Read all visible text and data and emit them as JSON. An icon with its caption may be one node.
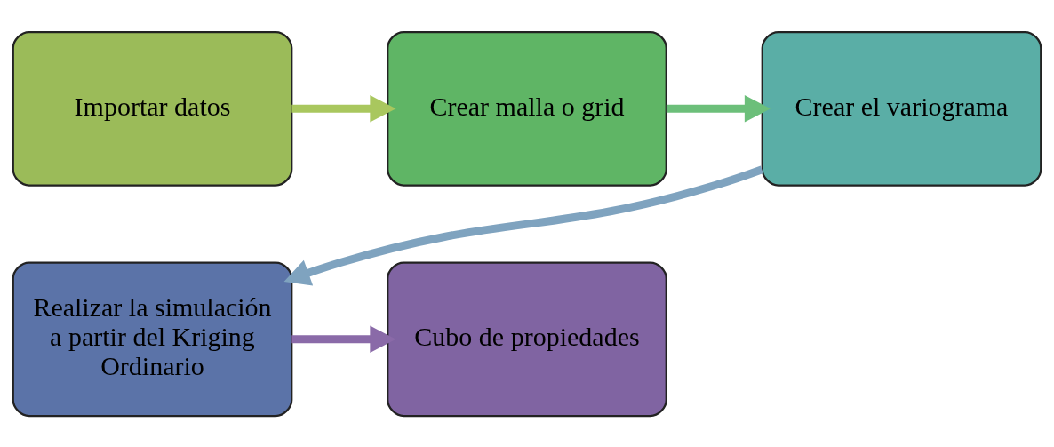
{
  "diagram": {
    "nodes": [
      {
        "text": [
          "Importar datos"
        ]
      },
      {
        "text": [
          "Crear malla o grid"
        ]
      },
      {
        "text": [
          "Crear el variograma"
        ]
      },
      {
        "text": [
          "Realizar la simulación a partir del Kriging Ordinario"
        ]
      },
      {
        "text": [
          "Cubo de propiedades"
        ]
      }
    ],
    "edges": [
      {
        "from": 0,
        "to": 1,
        "arrow": "to",
        "color": "#a9c75e"
      },
      {
        "from": 1,
        "to": 2,
        "arrow": "to",
        "color": "#6cbf7a"
      },
      {
        "from": 2,
        "to": 3,
        "arrow": "to",
        "color": "#7fa3bf"
      },
      {
        "from": 3,
        "to": 4,
        "arrow": "to",
        "color": "#8a6aa8"
      }
    ]
  }
}
